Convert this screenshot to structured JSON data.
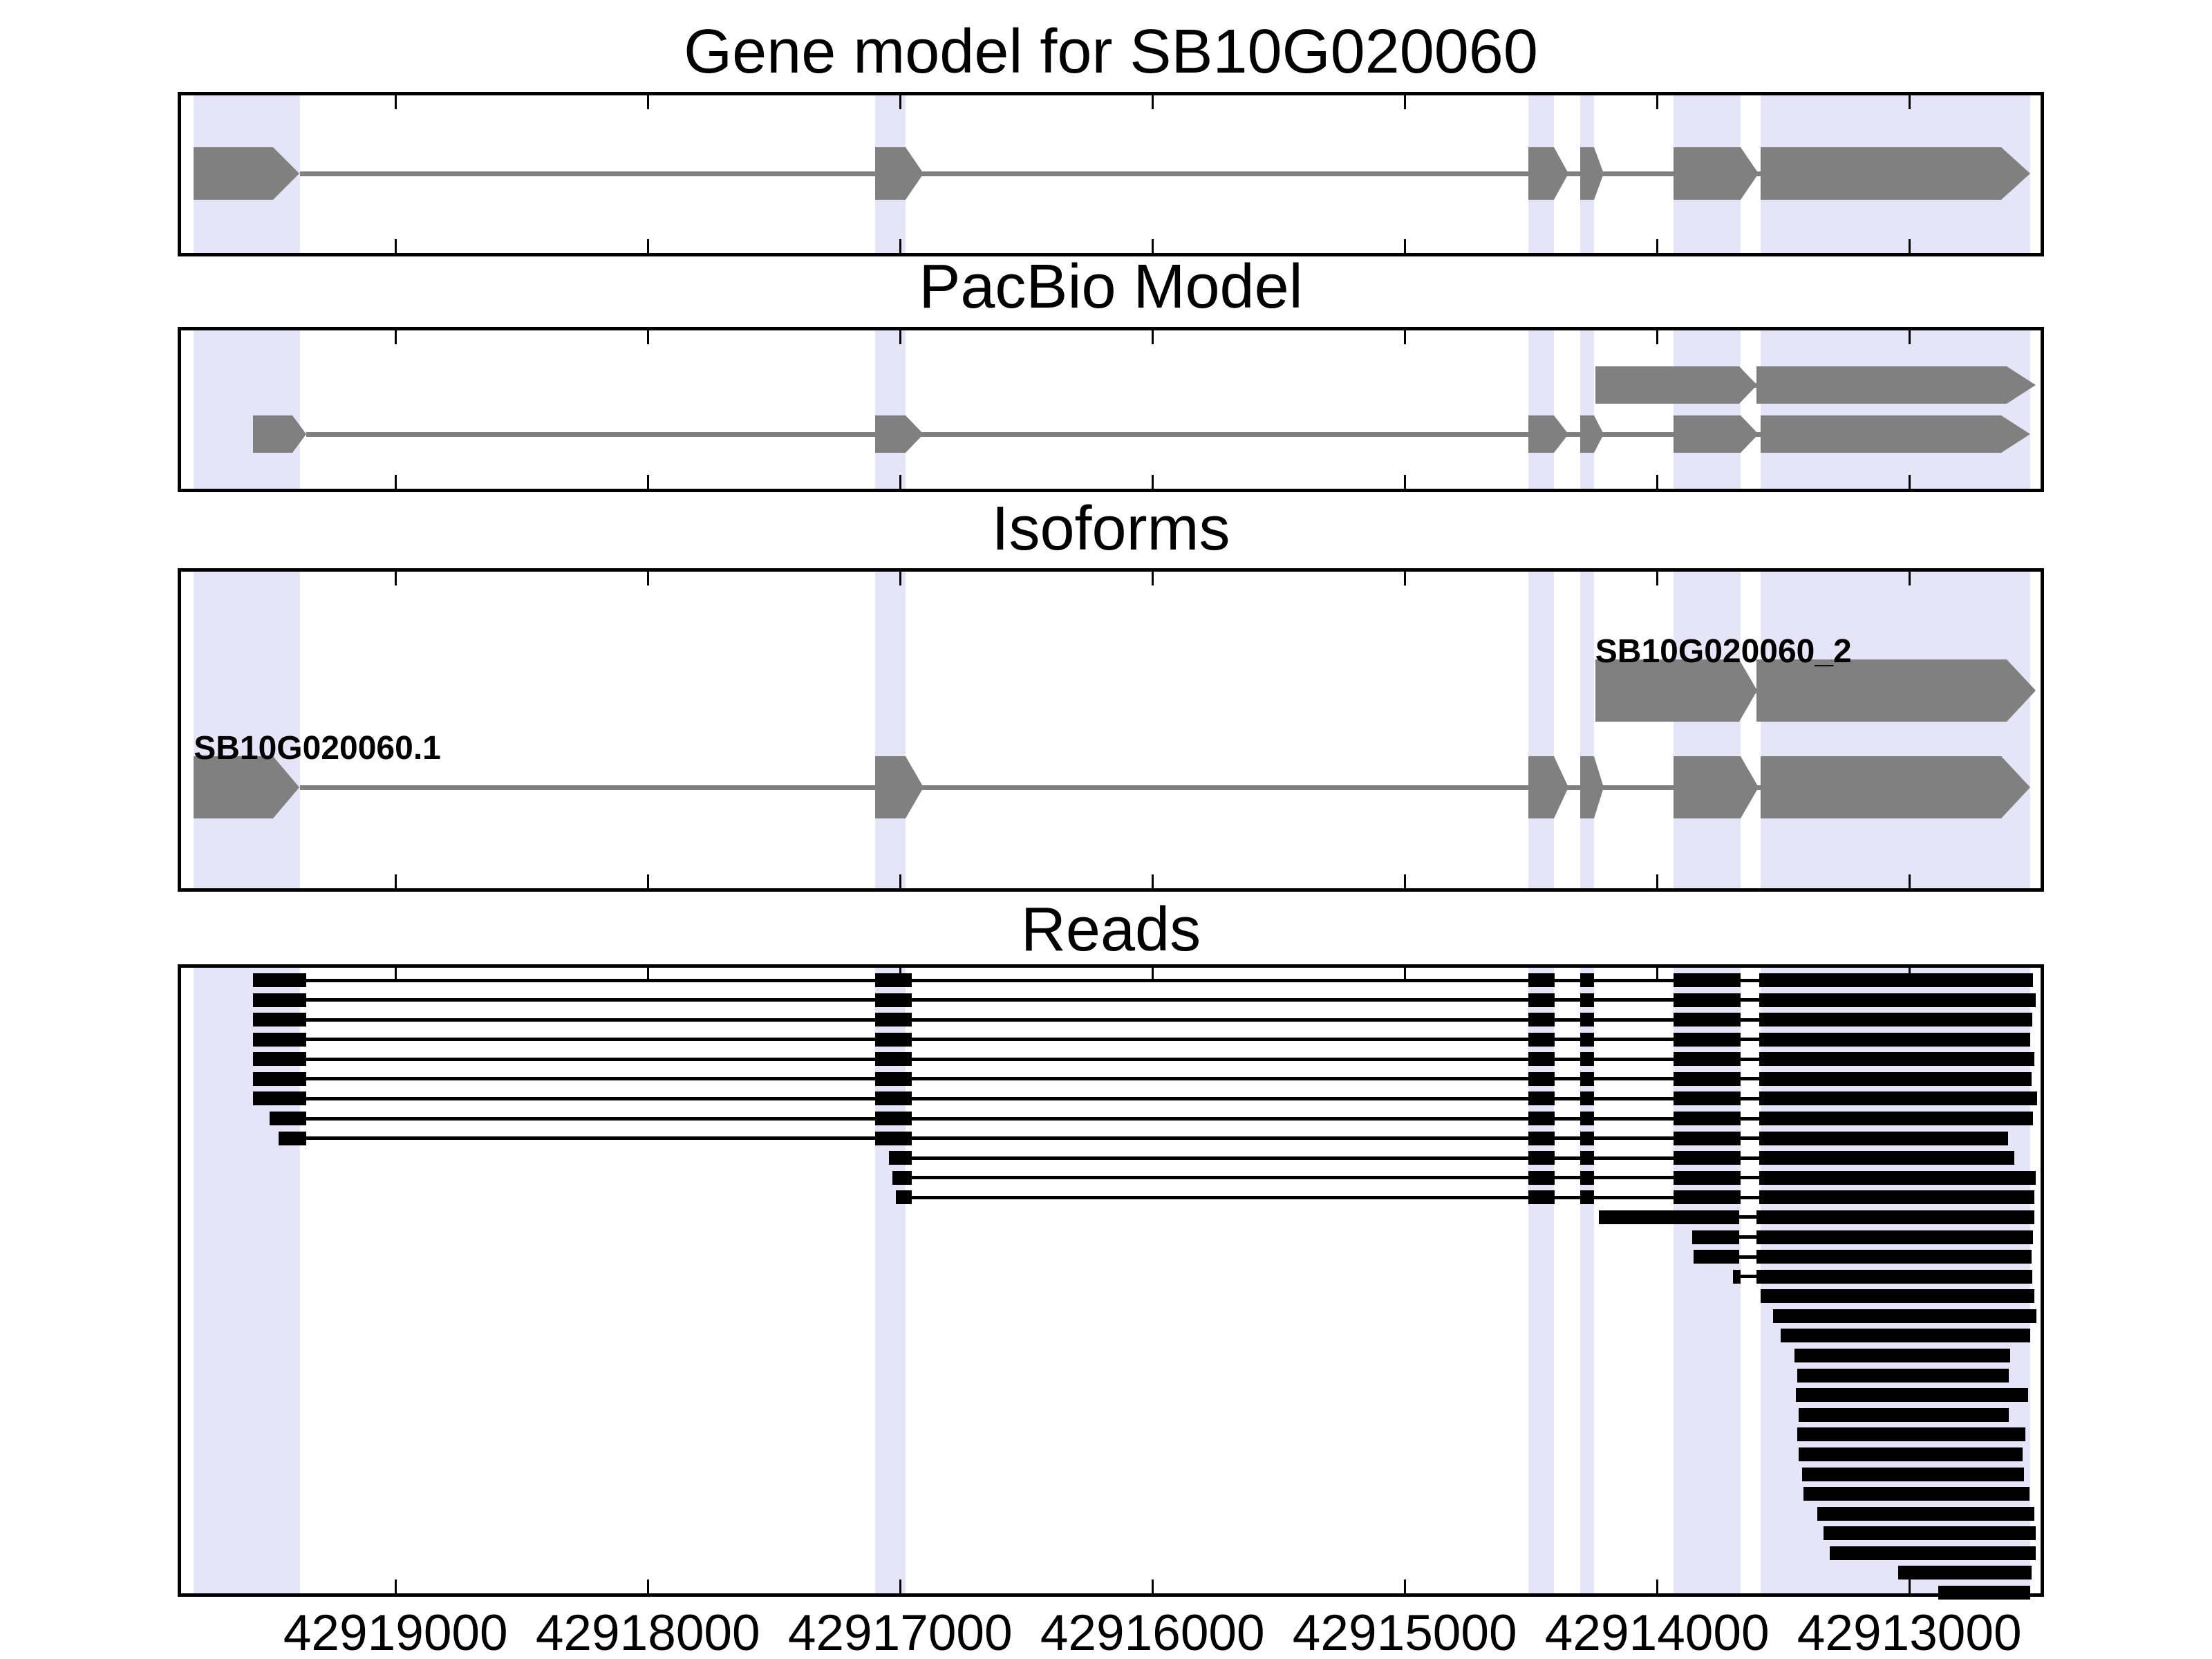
{
  "chart_data": {
    "type": "gene-model-tracks",
    "description": "Four stacked genomic track panels sharing one x axis (genomic coordinate, decreasing left to right)",
    "colors": {
      "highlight_band": "#e5e5f7",
      "model_gray": "#808080",
      "read_black": "#000000",
      "frame": "#000000",
      "background": "#ffffff"
    },
    "x_axis": {
      "left_value": 42919850,
      "right_value": 42912480,
      "ticks": [
        42919000,
        42918000,
        42917000,
        42916000,
        42915000,
        42914000,
        42913000
      ],
      "tick_labels": [
        "42919000",
        "42918000",
        "42917000",
        "42916000",
        "42915000",
        "42914000",
        "42913000"
      ]
    },
    "highlight_regions": [
      {
        "s": 42919800,
        "e": 42919380
      },
      {
        "s": 42917100,
        "e": 42916980
      },
      {
        "s": 42914510,
        "e": 42914410
      },
      {
        "s": 42914305,
        "e": 42914250
      },
      {
        "s": 42913935,
        "e": 42913670
      },
      {
        "s": 42913590,
        "e": 42912520
      }
    ],
    "panels": [
      {
        "id": "gene-model",
        "title": "Gene model for SB10G020060",
        "transcripts": [
          {
            "label": "",
            "exons": [
              {
                "s": 42919800,
                "e": 42919380,
                "tip": "in"
              },
              {
                "s": 42917100,
                "e": 42916980,
                "tip": "out"
              },
              {
                "s": 42914510,
                "e": 42914410,
                "tip": "out"
              },
              {
                "s": 42914305,
                "e": 42914250,
                "tip": "out"
              },
              {
                "s": 42913935,
                "e": 42913670,
                "tip": "out"
              },
              {
                "s": 42913590,
                "e": 42912520,
                "tip": "in"
              }
            ]
          }
        ]
      },
      {
        "id": "pacbio-model",
        "title": "PacBio Model",
        "transcripts": [
          {
            "label": "",
            "exons": [
              {
                "s": 42914245,
                "e": 42913675,
                "tip": "out"
              },
              {
                "s": 42913605,
                "e": 42912500,
                "tip": "in"
              }
            ]
          },
          {
            "label": "",
            "exons": [
              {
                "s": 42919565,
                "e": 42919355,
                "tip": "in"
              },
              {
                "s": 42917100,
                "e": 42916980,
                "tip": "out"
              },
              {
                "s": 42914510,
                "e": 42914410,
                "tip": "out"
              },
              {
                "s": 42914305,
                "e": 42914250,
                "tip": "out"
              },
              {
                "s": 42913935,
                "e": 42913670,
                "tip": "out"
              },
              {
                "s": 42913590,
                "e": 42912520,
                "tip": "in"
              }
            ]
          }
        ]
      },
      {
        "id": "isoforms",
        "title": "Isoforms",
        "transcripts": [
          {
            "label": "SB10G020060_2",
            "exons": [
              {
                "s": 42914245,
                "e": 42913675,
                "tip": "out"
              },
              {
                "s": 42913605,
                "e": 42912500,
                "tip": "in"
              }
            ]
          },
          {
            "label": "SB10G020060.1",
            "exons": [
              {
                "s": 42919800,
                "e": 42919380,
                "tip": "in"
              },
              {
                "s": 42917100,
                "e": 42916980,
                "tip": "out"
              },
              {
                "s": 42914510,
                "e": 42914410,
                "tip": "out"
              },
              {
                "s": 42914305,
                "e": 42914250,
                "tip": "out"
              },
              {
                "s": 42913935,
                "e": 42913670,
                "tip": "out"
              },
              {
                "s": 42913590,
                "e": 42912520,
                "tip": "in"
              }
            ]
          }
        ]
      },
      {
        "id": "reads",
        "title": "Reads",
        "reads": [
          {
            "blocks": [
              [
                42919565,
                42919355
              ],
              [
                42917100,
                42916955
              ],
              [
                42914510,
                42914405
              ],
              [
                42914305,
                42914250
              ],
              [
                42913935,
                42913670
              ],
              [
                42913595,
                42912510
              ]
            ]
          },
          {
            "blocks": [
              [
                42919565,
                42919355
              ],
              [
                42917100,
                42916955
              ],
              [
                42914510,
                42914405
              ],
              [
                42914305,
                42914250
              ],
              [
                42913935,
                42913670
              ],
              [
                42913595,
                42912500
              ]
            ]
          },
          {
            "blocks": [
              [
                42919565,
                42919355
              ],
              [
                42917100,
                42916955
              ],
              [
                42914510,
                42914405
              ],
              [
                42914305,
                42914250
              ],
              [
                42913935,
                42913670
              ],
              [
                42913595,
                42912512
              ]
            ]
          },
          {
            "blocks": [
              [
                42919565,
                42919355
              ],
              [
                42917100,
                42916955
              ],
              [
                42914510,
                42914405
              ],
              [
                42914305,
                42914250
              ],
              [
                42913935,
                42913670
              ],
              [
                42913595,
                42912520
              ]
            ]
          },
          {
            "blocks": [
              [
                42919565,
                42919355
              ],
              [
                42917100,
                42916955
              ],
              [
                42914510,
                42914405
              ],
              [
                42914305,
                42914250
              ],
              [
                42913935,
                42913670
              ],
              [
                42913595,
                42912505
              ]
            ]
          },
          {
            "blocks": [
              [
                42919565,
                42919355
              ],
              [
                42917100,
                42916955
              ],
              [
                42914510,
                42914405
              ],
              [
                42914305,
                42914250
              ],
              [
                42913935,
                42913670
              ],
              [
                42913595,
                42912515
              ]
            ]
          },
          {
            "blocks": [
              [
                42919565,
                42919355
              ],
              [
                42917100,
                42916955
              ],
              [
                42914510,
                42914405
              ],
              [
                42914305,
                42914250
              ],
              [
                42913935,
                42913670
              ],
              [
                42913595,
                42912495
              ]
            ]
          },
          {
            "blocks": [
              [
                42919500,
                42919355
              ],
              [
                42917100,
                42916955
              ],
              [
                42914510,
                42914405
              ],
              [
                42914305,
                42914250
              ],
              [
                42913935,
                42913670
              ],
              [
                42913595,
                42912510
              ]
            ]
          },
          {
            "blocks": [
              [
                42919465,
                42919355
              ],
              [
                42917100,
                42916955
              ],
              [
                42914510,
                42914405
              ],
              [
                42914305,
                42914250
              ],
              [
                42913935,
                42913670
              ],
              [
                42913595,
                42912610
              ]
            ]
          },
          {
            "blocks": [
              [
                42917045,
                42916955
              ],
              [
                42914510,
                42914405
              ],
              [
                42914305,
                42914250
              ],
              [
                42913935,
                42913670
              ],
              [
                42913595,
                42912585
              ]
            ]
          },
          {
            "blocks": [
              [
                42917030,
                42916955
              ],
              [
                42914510,
                42914405
              ],
              [
                42914305,
                42914250
              ],
              [
                42913935,
                42913670
              ],
              [
                42913595,
                42912500
              ]
            ]
          },
          {
            "blocks": [
              [
                42917018,
                42916955
              ],
              [
                42914510,
                42914405
              ],
              [
                42914305,
                42914250
              ],
              [
                42913935,
                42913670
              ],
              [
                42913595,
                42912505
              ]
            ]
          },
          {
            "blocks": [
              [
                42914230,
                42913675
              ],
              [
                42913605,
                42912505
              ]
            ]
          },
          {
            "blocks": [
              [
                42913860,
                42913675
              ],
              [
                42913605,
                42912510
              ]
            ]
          },
          {
            "blocks": [
              [
                42913855,
                42913675
              ],
              [
                42913605,
                42912515
              ]
            ]
          },
          {
            "blocks": [
              [
                42913700,
                42913668
              ],
              [
                42913605,
                42912512
              ]
            ]
          },
          {
            "blocks": [
              [
                42913590,
                42912505
              ]
            ]
          },
          {
            "blocks": [
              [
                42913540,
                42912497
              ]
            ]
          },
          {
            "blocks": [
              [
                42913510,
                42912520
              ]
            ]
          },
          {
            "blocks": [
              [
                42913455,
                42912600
              ]
            ]
          },
          {
            "blocks": [
              [
                42913445,
                42912605
              ]
            ]
          },
          {
            "blocks": [
              [
                42913450,
                42912530
              ]
            ]
          },
          {
            "blocks": [
              [
                42913440,
                42912605
              ]
            ]
          },
          {
            "blocks": [
              [
                42913445,
                42912540
              ]
            ]
          },
          {
            "blocks": [
              [
                42913440,
                42912550
              ]
            ]
          },
          {
            "blocks": [
              [
                42913425,
                42912545
              ]
            ]
          },
          {
            "blocks": [
              [
                42913420,
                42912525
              ]
            ]
          },
          {
            "blocks": [
              [
                42913365,
                42912505
              ]
            ]
          },
          {
            "blocks": [
              [
                42913340,
                42912500
              ]
            ]
          },
          {
            "blocks": [
              [
                42913315,
                42912500
              ]
            ]
          },
          {
            "blocks": [
              [
                42913045,
                42912515
              ]
            ]
          },
          {
            "blocks": [
              [
                42912885,
                42912520
              ]
            ]
          }
        ]
      }
    ]
  }
}
